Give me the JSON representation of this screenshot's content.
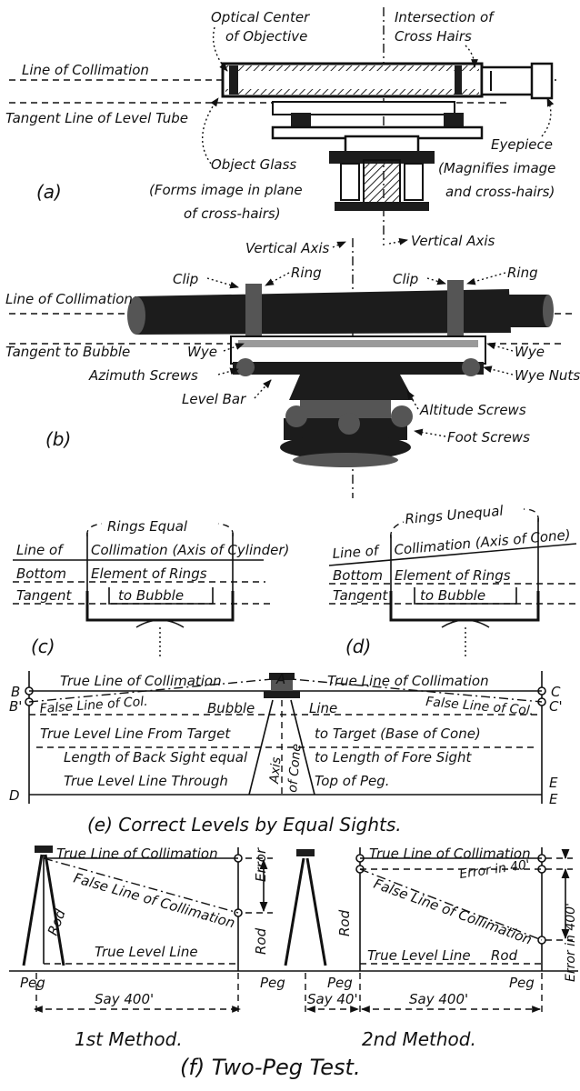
{
  "panel_a": {
    "caption": "(a)",
    "line_of_collimation": "Line of Collimation",
    "tangent_line": "Tangent Line of Level Tube",
    "optical_center_1": "Optical Center",
    "optical_center_2": "of Objective",
    "intersection_1": "Intersection of",
    "intersection_2": "Cross Hairs",
    "object_glass": "Object Glass",
    "forms_image_1": "(Forms image in plane",
    "forms_image_2": "of cross-hairs)",
    "eyepiece": "Eyepiece",
    "magnifies_1": "(Magnifies image",
    "magnifies_2": "and cross-hairs)",
    "vertical_axis_left": "Vertical Axis",
    "vertical_axis_right": "Vertical Axis"
  },
  "panel_b": {
    "caption": "(b)",
    "clip_left": "Clip",
    "ring_left": "Ring",
    "clip_right": "Clip",
    "ring_right": "Ring",
    "line_of_collimation": "Line of Collimation",
    "tangent_to_bubble": "Tangent to Bubble",
    "wye_left": "Wye",
    "azimuth_screws": "Azimuth Screws",
    "level_bar": "Level Bar",
    "wye_right": "Wye",
    "wye_nuts": "Wye Nuts",
    "altitude_screws": "Altitude Screws",
    "foot_screws": "Foot Screws"
  },
  "panel_c": {
    "caption": "(c)",
    "rings_equal": "Rings Equal",
    "line_of": "Line of",
    "collimation": "Collimation (Axis of Cylinder)",
    "bottom": "Bottom",
    "element_of_rings": "Element of Rings",
    "tangent": "Tangent",
    "to_bubble": "to Bubble"
  },
  "panel_d": {
    "caption": "(d)",
    "rings_unequal": "Rings Unequal",
    "line_of": "Line of",
    "collimation": "Collimation (Axis of Cone)",
    "bottom": "Bottom",
    "element_of_rings": "Element of Rings",
    "tangent": "Tangent",
    "to_bubble": "to Bubble"
  },
  "panel_e": {
    "caption": "(e) Correct Levels by Equal Sights.",
    "true_loc_left": "True Line of Collimation",
    "true_loc_right": "True Line of Collimation",
    "false_loc_left": "False Line of Col.",
    "false_loc_right": "False Line of Col.",
    "bubble": "Bubble",
    "line": "Line",
    "true_level_from": "True Level Line From Target",
    "to_target": "to Target (Base of Cone)",
    "length_back": "Length of Back Sight equal",
    "to_length": "to Length of Fore Sight",
    "true_level_through": "True Level Line Through",
    "top_of_peg": "Top of Peg.",
    "axis": "Axis",
    "of_cone": "of Cone",
    "pt_A": "A",
    "pt_B": "B",
    "pt_B2": "B'",
    "pt_C": "C",
    "pt_C2": "C'",
    "pt_D": "D",
    "pt_E": "E",
    "pt_E2": "E"
  },
  "panel_f": {
    "caption": "(f) Two-Peg Test.",
    "m1_true_loc": "True Line of Collimation",
    "m1_false_loc": "False Line of Collimation",
    "m1_error": "Error",
    "m1_rod_left": "Rod",
    "m1_rod_right": "Rod",
    "m1_true_level": "True Level Line",
    "m1_peg_left": "Peg",
    "m1_peg_right": "Peg",
    "m1_say": "Say 400'",
    "m1_label": "1st Method.",
    "m2_true_loc": "True Line of Collimation",
    "m2_false_loc": "False Line of Collimation",
    "m2_error40": "Error in 40'",
    "m2_error400": "Error in 400'",
    "m2_rod_left": "Rod",
    "m2_rod_right": "Rod",
    "m2_true_level": "True Level Line",
    "m2_peg": "Peg",
    "m2_peg_right": "Peg",
    "m2_say40": "Say 40'",
    "m2_say400": "Say 400'",
    "m2_label": "2nd Method."
  }
}
